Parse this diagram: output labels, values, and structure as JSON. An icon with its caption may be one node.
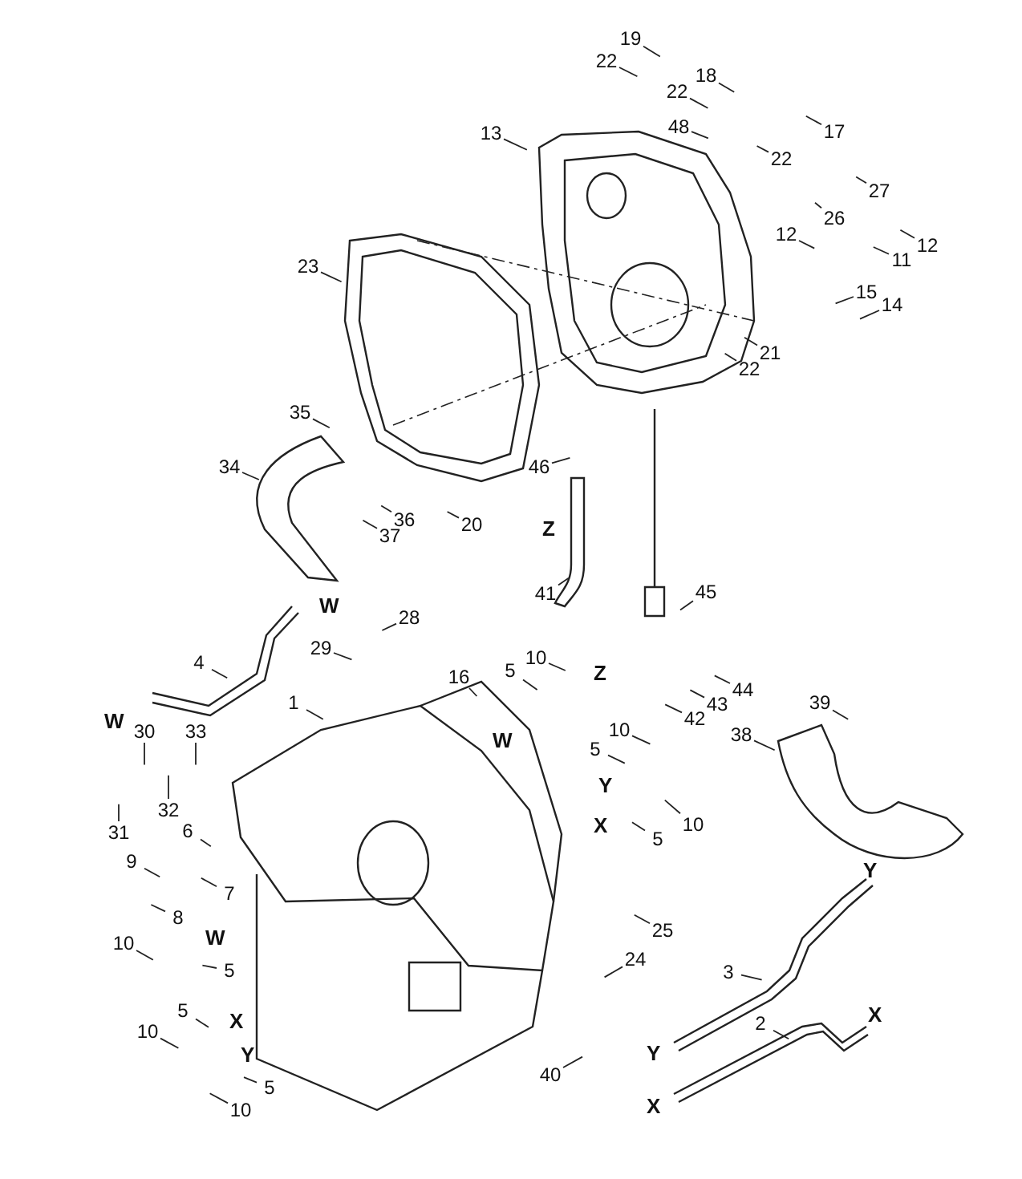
{
  "diagram": {
    "nodes": [
      {
        "text": [
          "19"
        ]
      },
      {
        "text": [
          "22"
        ]
      },
      {
        "text": [
          "18"
        ]
      },
      {
        "text": [
          "22"
        ]
      },
      {
        "text": [
          "48"
        ]
      },
      {
        "text": [
          "17"
        ]
      },
      {
        "text": [
          "22"
        ]
      },
      {
        "text": [
          "13"
        ]
      },
      {
        "text": [
          "27"
        ]
      },
      {
        "text": [
          "26"
        ]
      },
      {
        "text": [
          "12"
        ]
      },
      {
        "text": [
          "12"
        ]
      },
      {
        "text": [
          "11"
        ]
      },
      {
        "text": [
          "15"
        ]
      },
      {
        "text": [
          "14"
        ]
      },
      {
        "text": [
          "21"
        ]
      },
      {
        "text": [
          "22"
        ]
      },
      {
        "text": [
          "23"
        ]
      },
      {
        "text": [
          "35"
        ]
      },
      {
        "text": [
          "34"
        ]
      },
      {
        "text": [
          "36"
        ]
      },
      {
        "text": [
          "37"
        ]
      },
      {
        "text": [
          "20"
        ]
      },
      {
        "text": [
          "46"
        ]
      },
      {
        "text": [
          "41"
        ]
      },
      {
        "text": [
          "45"
        ]
      },
      {
        "text": [
          "28"
        ]
      },
      {
        "text": [
          "29"
        ]
      },
      {
        "text": [
          "4"
        ]
      },
      {
        "text": [
          "1"
        ]
      },
      {
        "text": [
          "16"
        ]
      },
      {
        "text": [
          "5"
        ]
      },
      {
        "text": [
          "10"
        ]
      },
      {
        "text": [
          "42"
        ]
      },
      {
        "text": [
          "43"
        ]
      },
      {
        "text": [
          "44"
        ]
      },
      {
        "text": [
          "39"
        ]
      },
      {
        "text": [
          "38"
        ]
      },
      {
        "text": [
          "10"
        ]
      },
      {
        "text": [
          "5"
        ]
      },
      {
        "text": [
          "10"
        ]
      },
      {
        "text": [
          "5"
        ]
      },
      {
        "text": [
          "30"
        ]
      },
      {
        "text": [
          "33"
        ]
      },
      {
        "text": [
          "31"
        ]
      },
      {
        "text": [
          "32"
        ]
      },
      {
        "text": [
          "6"
        ]
      },
      {
        "text": [
          "9"
        ]
      },
      {
        "text": [
          "7"
        ]
      },
      {
        "text": [
          "8"
        ]
      },
      {
        "text": [
          "10"
        ]
      },
      {
        "text": [
          "5"
        ]
      },
      {
        "text": [
          "5"
        ]
      },
      {
        "text": [
          "10"
        ]
      },
      {
        "text": [
          "5"
        ]
      },
      {
        "text": [
          "10"
        ]
      },
      {
        "text": [
          "25"
        ]
      },
      {
        "text": [
          "24"
        ]
      },
      {
        "text": [
          "40"
        ]
      },
      {
        "text": [
          "3"
        ]
      },
      {
        "text": [
          "2"
        ]
      }
    ],
    "edges": [
      {
        "from": 0,
        "to": null,
        "arrow": "none"
      },
      {
        "from": 1,
        "to": null,
        "arrow": "none"
      },
      {
        "from": 2,
        "to": null,
        "arrow": "none"
      },
      {
        "from": 3,
        "to": null,
        "arrow": "none"
      },
      {
        "from": 4,
        "to": null,
        "arrow": "none"
      },
      {
        "from": 5,
        "to": null,
        "arrow": "none"
      },
      {
        "from": 6,
        "to": null,
        "arrow": "none"
      },
      {
        "from": 7,
        "to": null,
        "arrow": "none"
      },
      {
        "from": 8,
        "to": null,
        "arrow": "none"
      },
      {
        "from": 9,
        "to": null,
        "arrow": "none"
      },
      {
        "from": 10,
        "to": null,
        "arrow": "none"
      },
      {
        "from": 11,
        "to": null,
        "arrow": "none"
      },
      {
        "from": 12,
        "to": null,
        "arrow": "none"
      },
      {
        "from": 13,
        "to": null,
        "arrow": "none"
      },
      {
        "from": 14,
        "to": null,
        "arrow": "none"
      },
      {
        "from": 15,
        "to": null,
        "arrow": "none"
      },
      {
        "from": 16,
        "to": null,
        "arrow": "none"
      },
      {
        "from": 17,
        "to": null,
        "arrow": "none"
      },
      {
        "from": 18,
        "to": null,
        "arrow": "none"
      },
      {
        "from": 19,
        "to": null,
        "arrow": "none"
      },
      {
        "from": 20,
        "to": null,
        "arrow": "none"
      },
      {
        "from": 21,
        "to": null,
        "arrow": "none"
      },
      {
        "from": 22,
        "to": null,
        "arrow": "none"
      },
      {
        "from": 23,
        "to": null,
        "arrow": "none"
      },
      {
        "from": 24,
        "to": null,
        "arrow": "none"
      },
      {
        "from": 25,
        "to": null,
        "arrow": "none"
      },
      {
        "from": 26,
        "to": null,
        "arrow": "none"
      },
      {
        "from": 27,
        "to": null,
        "arrow": "none"
      },
      {
        "from": 28,
        "to": null,
        "arrow": "none"
      },
      {
        "from": 29,
        "to": null,
        "arrow": "none"
      },
      {
        "from": 30,
        "to": null,
        "arrow": "none"
      },
      {
        "from": 31,
        "to": null,
        "arrow": "none"
      },
      {
        "from": 32,
        "to": null,
        "arrow": "none"
      },
      {
        "from": 33,
        "to": null,
        "arrow": "none"
      },
      {
        "from": 34,
        "to": null,
        "arrow": "none"
      },
      {
        "from": 35,
        "to": null,
        "arrow": "none"
      },
      {
        "from": 36,
        "to": null,
        "arrow": "none"
      },
      {
        "from": 37,
        "to": null,
        "arrow": "none"
      },
      {
        "from": 38,
        "to": null,
        "arrow": "none"
      },
      {
        "from": 39,
        "to": null,
        "arrow": "none"
      },
      {
        "from": 40,
        "to": null,
        "arrow": "none"
      },
      {
        "from": 41,
        "to": null,
        "arrow": "none"
      },
      {
        "from": 42,
        "to": null,
        "arrow": "none"
      },
      {
        "from": 43,
        "to": null,
        "arrow": "none"
      },
      {
        "from": 44,
        "to": null,
        "arrow": "none"
      },
      {
        "from": 45,
        "to": null,
        "arrow": "none"
      },
      {
        "from": 46,
        "to": null,
        "arrow": "none"
      },
      {
        "from": 47,
        "to": null,
        "arrow": "none"
      },
      {
        "from": 48,
        "to": null,
        "arrow": "none"
      },
      {
        "from": 49,
        "to": null,
        "arrow": "none"
      },
      {
        "from": 50,
        "to": null,
        "arrow": "none"
      },
      {
        "from": 51,
        "to": null,
        "arrow": "none"
      },
      {
        "from": 52,
        "to": null,
        "arrow": "none"
      },
      {
        "from": 53,
        "to": null,
        "arrow": "none"
      },
      {
        "from": 54,
        "to": null,
        "arrow": "none"
      },
      {
        "from": 55,
        "to": null,
        "arrow": "none"
      },
      {
        "from": 56,
        "to": null,
        "arrow": "none"
      },
      {
        "from": 57,
        "to": null,
        "arrow": "none"
      },
      {
        "from": 58,
        "to": null,
        "arrow": "none"
      },
      {
        "from": 59,
        "to": null,
        "arrow": "none"
      },
      {
        "from": 60,
        "to": null,
        "arrow": "none"
      }
    ],
    "labels": [
      "Z",
      "W",
      "W",
      "Z",
      "W",
      "Y",
      "X",
      "W",
      "Y",
      "X",
      "Y",
      "Y",
      "X",
      "X"
    ]
  }
}
